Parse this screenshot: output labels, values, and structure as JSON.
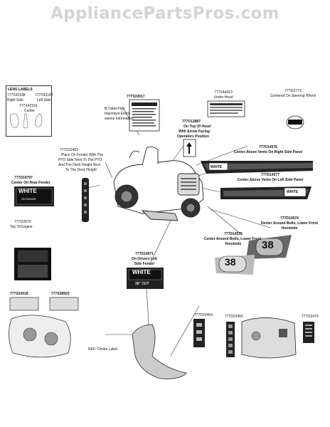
{
  "watermark": "AppliancePartsPros.com",
  "lens_labels": {
    "header": "LENS LABELS",
    "items": [
      {
        "part": "777X42188",
        "desc": "Right Side"
      },
      {
        "part": "777X42316",
        "desc": "Center"
      },
      {
        "part": "777X42187",
        "desc": "Left Side"
      }
    ]
  },
  "callouts": {
    "c_777S33017": "777S33017",
    "bj_label": [
      "BJ label Has",
      "Important Emmi-",
      "ssions Information"
    ],
    "c_777X44413": [
      "777X44413",
      "Under Hood"
    ],
    "c_777I22773": [
      "777I22773",
      "Centered On Steering Wheel"
    ],
    "c_777D12887": [
      "777D12887",
      "On Top Of Hood",
      "With Arrow Facing",
      "Operators Position"
    ],
    "c_777D14576": [
      "777D14576",
      "Center Above Vents On Right Side Panel"
    ],
    "c_777D22453": [
      "777D22453",
      "Place On Fender With The",
      "PTO Side Next To The PTO",
      "And The Deck Height Next",
      "To The Deck Height"
    ],
    "c_777D10797": [
      "777D10797",
      "Center On Rear Fender"
    ],
    "c_777D14577": [
      "777D14577",
      "Center Above Vents On Left Side Panel"
    ],
    "c_777I22679": [
      "777I22679",
      "Top Of Engine"
    ],
    "c_777D14574": [
      "777D14574",
      "Dexter Around Bolts, Lower Front",
      "Hoodside"
    ],
    "c_777D14575": [
      "777D14575",
      "Center Around Bolts, Lower Front",
      "Hoodside"
    ],
    "c_777D14571": [
      "777D14571",
      "On Drivers Left",
      "Side Fender"
    ],
    "c_777S33018": "777S33018",
    "c_777S38503": "777S38503",
    "ref_choke": "REF: Choke Label",
    "c_777D22454": "777D22454",
    "c_777D22455": "777D22455",
    "c_777I22479": "777I22479"
  },
  "decal_text": {
    "white": "WHITE",
    "outdoor": "OUTDOOR",
    "model_38": "38",
    "deck_38": "38\" CUT"
  }
}
